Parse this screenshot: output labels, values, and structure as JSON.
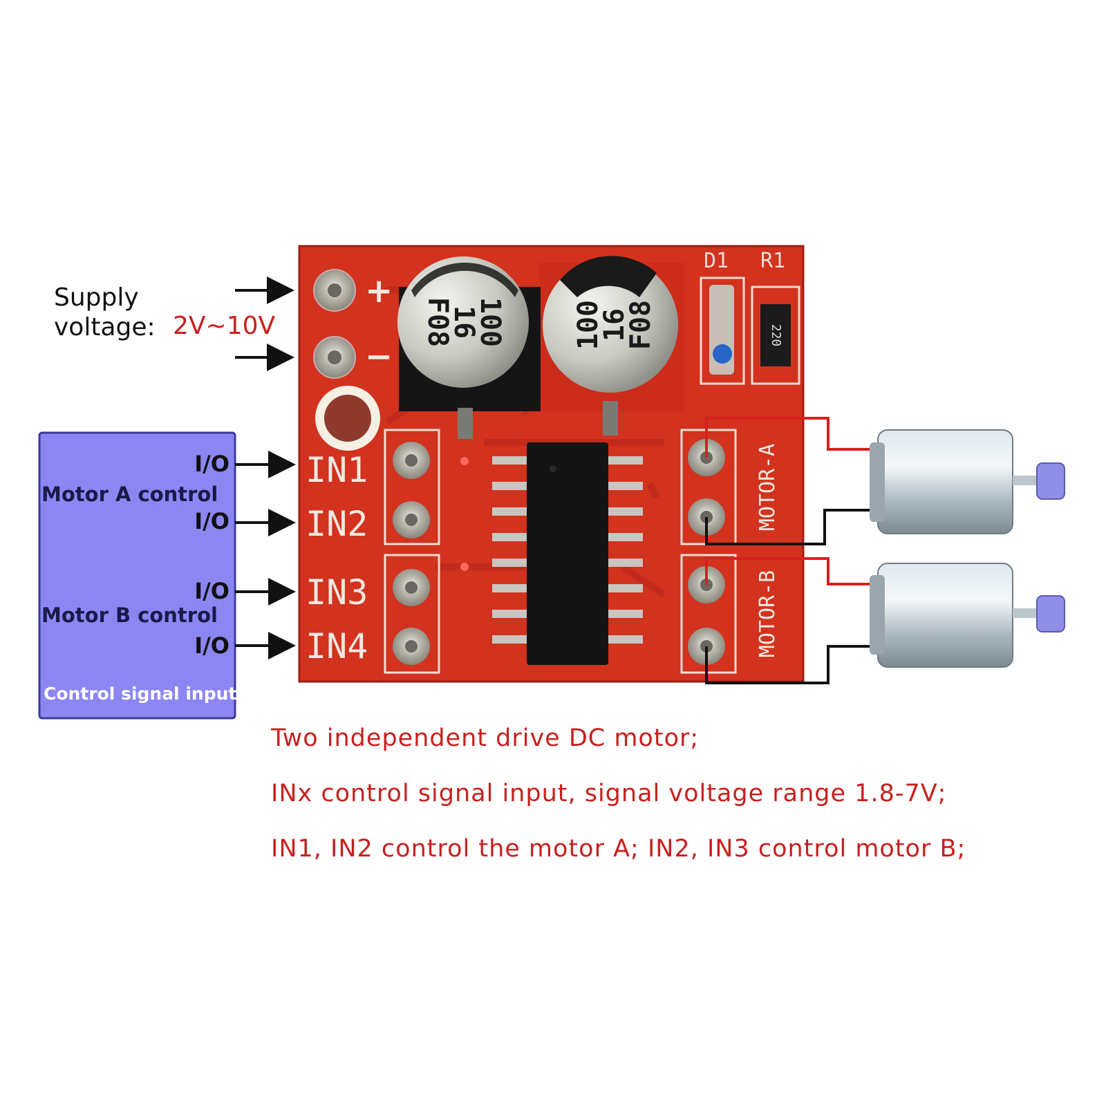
{
  "supply": {
    "label_line1": "Supply",
    "label_line2": "voltage:",
    "range": "2V~10V",
    "plus": "+",
    "minus": "−"
  },
  "control_box": {
    "io_label": "I/O",
    "motor_a_label": "Motor A control",
    "motor_b_label": "Motor B control",
    "footer": "Control signal input"
  },
  "pins": {
    "in1": "IN1",
    "in2": "IN2",
    "in3": "IN3",
    "in4": "IN4",
    "motor_a": "MOTOR-A",
    "motor_b": "MOTOR-B"
  },
  "components": {
    "cap1_line1": "100",
    "cap1_line2": "16",
    "cap1_line3": "F08",
    "cap2_line1": "100",
    "cap2_line2": "16",
    "cap2_line3": "F08",
    "d1": "D1",
    "r1": "R1",
    "resistor_code": "220"
  },
  "captions": {
    "line1": "Two independent drive DC motor;",
    "line2": "INx control signal input, signal voltage range 1.8-7V;",
    "line3": "IN1, IN2 control the motor A; IN2, IN3 control motor B;"
  },
  "colors": {
    "pcb": "#d2321e",
    "pcb_trace": "#b8261a",
    "box_fill": "#8c86f2",
    "box_border": "#3a3a9a",
    "caption_red": "#c8201e",
    "wire_red": "#d82020"
  }
}
